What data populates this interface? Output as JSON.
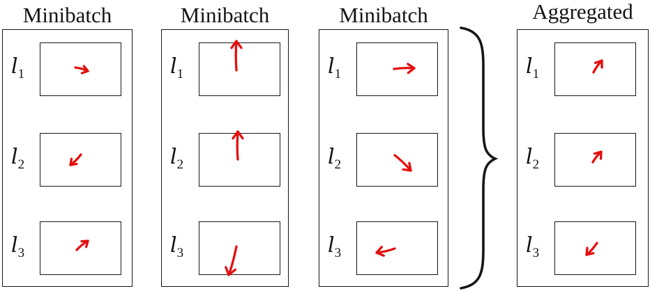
{
  "figure": {
    "kind": "gradient-aggregation-diagram",
    "row_labels": [
      "l1",
      "l2",
      "l3"
    ]
  },
  "colors": {
    "arrow": "#e50e0e",
    "ink": "#161616"
  },
  "brace": {
    "glyph": "}"
  },
  "panels": [
    {
      "title": "Minibatch",
      "cells": [
        {
          "label_base": "l",
          "label_sub": "1",
          "arrow": {
            "dir": "right",
            "tail": [
              52,
              37
            ],
            "tip": [
              70,
              42
            ],
            "head": 9
          }
        },
        {
          "label_base": "l",
          "label_sub": "2",
          "arrow": {
            "dir": "down-left",
            "tail": [
              60,
              32
            ],
            "tip": [
              45,
              47
            ],
            "head": 9
          }
        },
        {
          "label_base": "l",
          "label_sub": "3",
          "arrow": {
            "dir": "up-right",
            "tail": [
              54,
              42
            ],
            "tip": [
              70,
              29
            ],
            "head": 9
          }
        }
      ]
    },
    {
      "title": "Minibatch",
      "cells": [
        {
          "label_base": "l",
          "label_sub": "1",
          "arrow": {
            "dir": "up",
            "tail": [
              55,
              41
            ],
            "tip": [
              55,
              -1
            ],
            "head": 12
          }
        },
        {
          "label_base": "l",
          "label_sub": "2",
          "arrow": {
            "dir": "up",
            "tail": [
              57,
              39
            ],
            "tip": [
              57,
              -1
            ],
            "head": 12
          }
        },
        {
          "label_base": "l",
          "label_sub": "3",
          "arrow": {
            "dir": "down",
            "tail": [
              55,
              37
            ],
            "tip": [
              44,
              78
            ],
            "head": 12
          }
        }
      ]
    },
    {
      "title": "Minibatch",
      "cells": [
        {
          "label_base": "l",
          "label_sub": "1",
          "arrow": {
            "dir": "right",
            "tail": [
              55,
              39
            ],
            "tip": [
              84,
              38
            ],
            "head": 11
          }
        },
        {
          "label_base": "l",
          "label_sub": "2",
          "arrow": {
            "dir": "down-right",
            "tail": [
              56,
              33
            ],
            "tip": [
              79,
              55
            ],
            "head": 11
          }
        },
        {
          "label_base": "l",
          "label_sub": "3",
          "arrow": {
            "dir": "left",
            "tail": [
              56,
              40
            ],
            "tip": [
              30,
              46
            ],
            "head": 11
          }
        }
      ]
    },
    {
      "title": "Aggregated",
      "cells": [
        {
          "label_base": "l",
          "label_sub": "1",
          "arrow": {
            "dir": "up-right",
            "tail": [
              57,
              44
            ],
            "tip": [
              69,
              27
            ],
            "head": 10
          }
        },
        {
          "label_base": "l",
          "label_sub": "2",
          "arrow": {
            "dir": "up-right",
            "tail": [
              56,
              43
            ],
            "tip": [
              68,
              28
            ],
            "head": 10
          }
        },
        {
          "label_base": "l",
          "label_sub": "3",
          "arrow": {
            "dir": "down-left",
            "tail": [
              62,
              32
            ],
            "tip": [
              47,
              49
            ],
            "head": 10
          }
        }
      ]
    }
  ]
}
